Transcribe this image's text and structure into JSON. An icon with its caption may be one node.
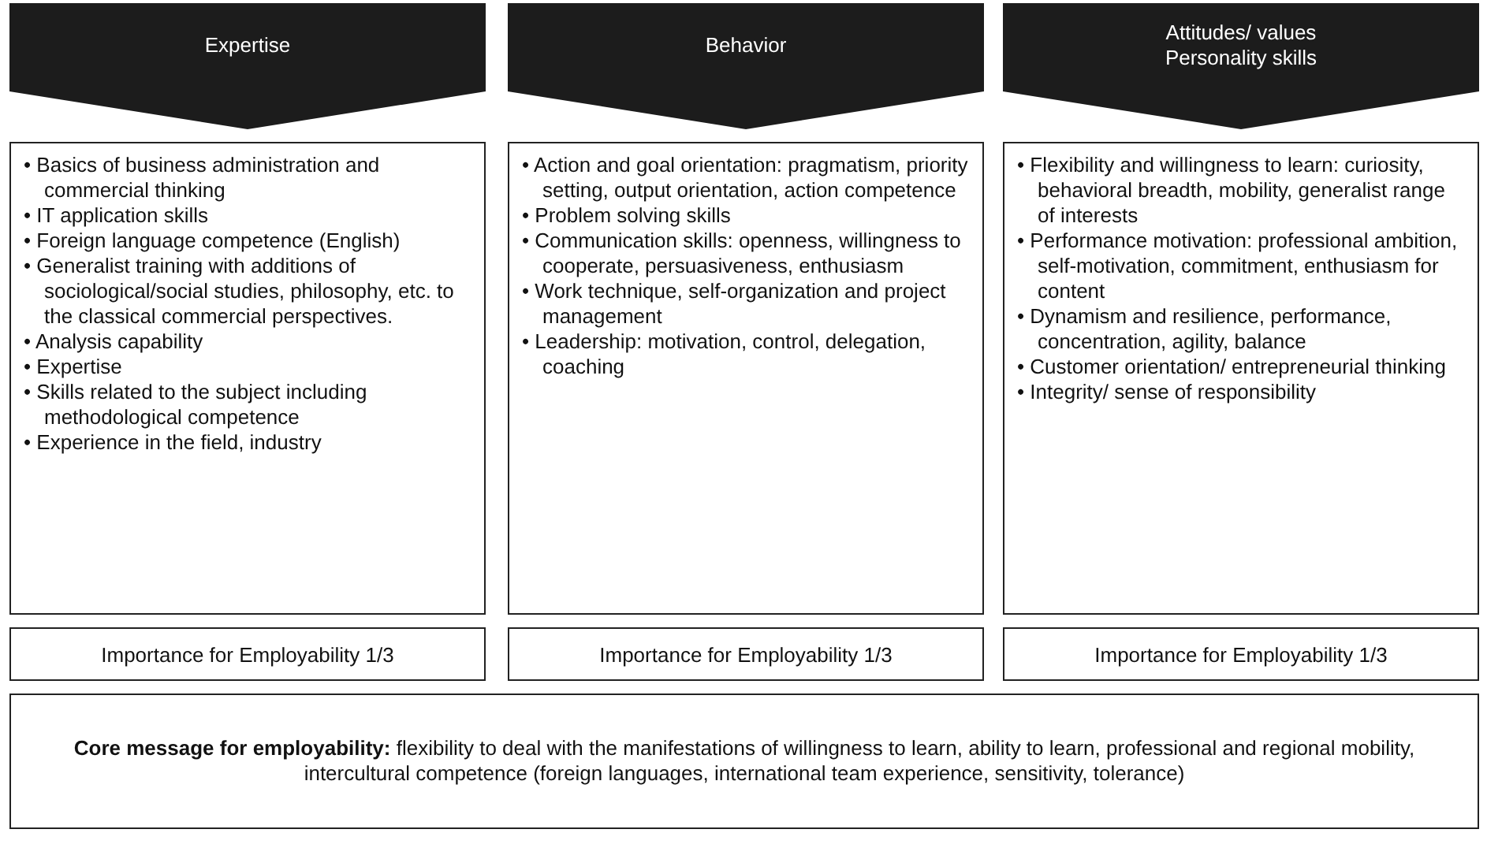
{
  "diagram": {
    "nodes": [
      {
        "text": [
          "Expertise"
        ]
      },
      {
        "text": [
          "Behavior"
        ]
      },
      {
        "text": [
          "Attitudes/ values",
          "Personality skills"
        ]
      },
      {
        "text": [
          "• Basics of business administration and commercial thinking",
          "• IT application skills",
          "• Foreign language competence (English)",
          "• Generalist training with additions of sociological/social studies, philosophy, etc. to the classical commercial perspectives.",
          "• Analysis capability",
          "• Expertise",
          "• Skills related to the subject including methodological competence",
          "• Experience in the field, industry"
        ]
      },
      {
        "text": [
          "• Action and goal orientation: pragmatism, priority setting, output orientation, action competence",
          "• Problem solving skills",
          "• Communication skills: openness, willingness to cooperate, persuasiveness, enthusiasm",
          "• Work technique, self-organization and project management",
          "• Leadership: motivation, control, delegation, coaching"
        ]
      },
      {
        "text": [
          "• Flexibility and willingness to learn: curiosity, behavioral breadth, mobility, generalist range of interests",
          "• Performance motivation: professional ambition, self-motivation, commitment, enthusiasm for content",
          "• Dynamism and resilience, performance, concentration, agility, balance",
          "• Customer orientation/ entrepreneurial thinking",
          "• Integrity/ sense of responsibility"
        ]
      },
      {
        "text": [
          "Importance for Employability 1/3"
        ]
      },
      {
        "text": [
          "Importance for Employability 1/3"
        ]
      },
      {
        "text": [
          "Importance for Employability 1/3"
        ]
      },
      {
        "text": [
          "**Core message for employability:** flexibility to deal with the manifestations of willingness to learn, ability to learn, professional and regional mobility, intercultural competence (foreign languages, international team experience, sensitivity, tolerance)"
        ]
      }
    ]
  }
}
